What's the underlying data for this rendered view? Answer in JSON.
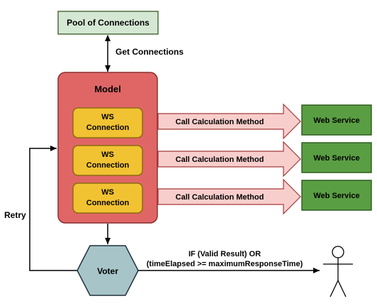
{
  "pool": {
    "label": "Pool of Connections"
  },
  "get_connections": {
    "label": "Get Connections"
  },
  "model": {
    "label": "Model"
  },
  "ws_connections": [
    {
      "line1": "WS",
      "line2": "Connection"
    },
    {
      "line1": "WS",
      "line2": "Connection"
    },
    {
      "line1": "WS",
      "line2": "Connection"
    }
  ],
  "call_arrows": [
    {
      "label": "Call Calculation Method"
    },
    {
      "label": "Call Calculation Method"
    },
    {
      "label": "Call Calculation Method"
    }
  ],
  "web_services": [
    {
      "label": "Web Service"
    },
    {
      "label": "Web Service"
    },
    {
      "label": "Web Service"
    }
  ],
  "voter": {
    "label": "Voter"
  },
  "retry": {
    "label": "Retry"
  },
  "condition": {
    "line1": "IF (Valid Result) OR",
    "line2": "(timeElapsed >= maximumResponseTime)"
  },
  "colors": {
    "pool_fill": "#d5e8d4",
    "model_fill": "#e06666",
    "ws_fill": "#f1c232",
    "arrow_fill": "#f8cecc",
    "service_fill": "#5a9e43",
    "voter_fill": "#a7c5c9"
  },
  "icons": {
    "user": "stick-figure-icon"
  }
}
